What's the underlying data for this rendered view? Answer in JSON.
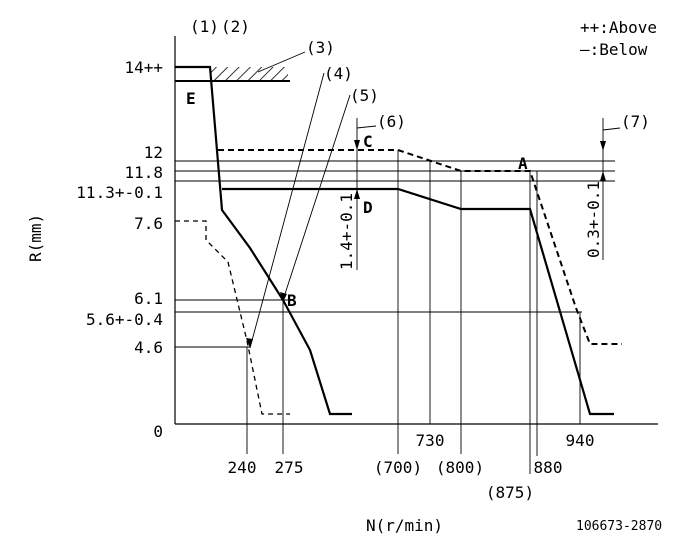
{
  "legend": {
    "above": "++:Above",
    "below": "—:Below"
  },
  "axes": {
    "x_label": "N(r/min)",
    "y_label": "R(mm)"
  },
  "y_ticks": [
    {
      "label": "14++"
    },
    {
      "label": "12"
    },
    {
      "label": "11.8"
    },
    {
      "label": "11.3+-0.1"
    },
    {
      "label": "7.6"
    },
    {
      "label": "6.1"
    },
    {
      "label": "5.6+-0.4"
    },
    {
      "label": "4.6"
    },
    {
      "label": "0"
    }
  ],
  "x_ticks": [
    {
      "label": "240"
    },
    {
      "label": "275"
    },
    {
      "label": "(700)"
    },
    {
      "label": "730"
    },
    {
      "label": "(800)"
    },
    {
      "label": "880"
    },
    {
      "label": "(875)"
    },
    {
      "label": "940"
    }
  ],
  "callouts": [
    "(1)",
    "(2)",
    "(3)",
    "(4)",
    "(5)",
    "(6)",
    "(7)"
  ],
  "points": [
    "A",
    "B",
    "C",
    "D",
    "E"
  ],
  "dims": {
    "d6": "1.4+-0.1",
    "d7": "0.3+-0.1"
  },
  "code": "106673-2870"
}
